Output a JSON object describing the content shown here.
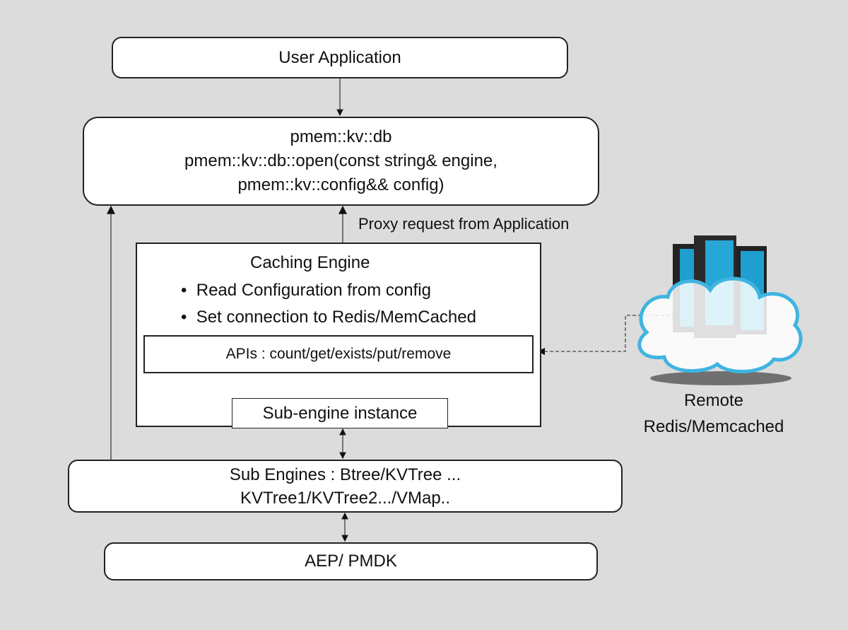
{
  "user_app": {
    "label": "User Application"
  },
  "db_box": {
    "line1": "pmem::kv::db",
    "line2": "pmem::kv::db::open(const string& engine,",
    "line3": "pmem::kv::config&& config)"
  },
  "proxy_label": "Proxy request from Application",
  "caching_engine": {
    "title": "Caching Engine",
    "bullets": [
      "Read Configuration from config",
      "Set connection to Redis/MemCached"
    ],
    "apis": "APIs : count/get/exists/put/remove",
    "sub_engine_instance": "Sub-engine instance"
  },
  "sub_engines": {
    "line1": "Sub Engines : Btree/KVTree ...",
    "line2": "KVTree1/KVTree2.../VMap.."
  },
  "aep": {
    "label": "AEP/ PMDK"
  },
  "remote": {
    "line1": "Remote",
    "line2": "Redis/Memcached",
    "icon": "cloud-server-icon"
  },
  "colors": {
    "background": "#dcdcdc",
    "cloud": "#3fb4e0",
    "server": "#1f9fcf"
  }
}
